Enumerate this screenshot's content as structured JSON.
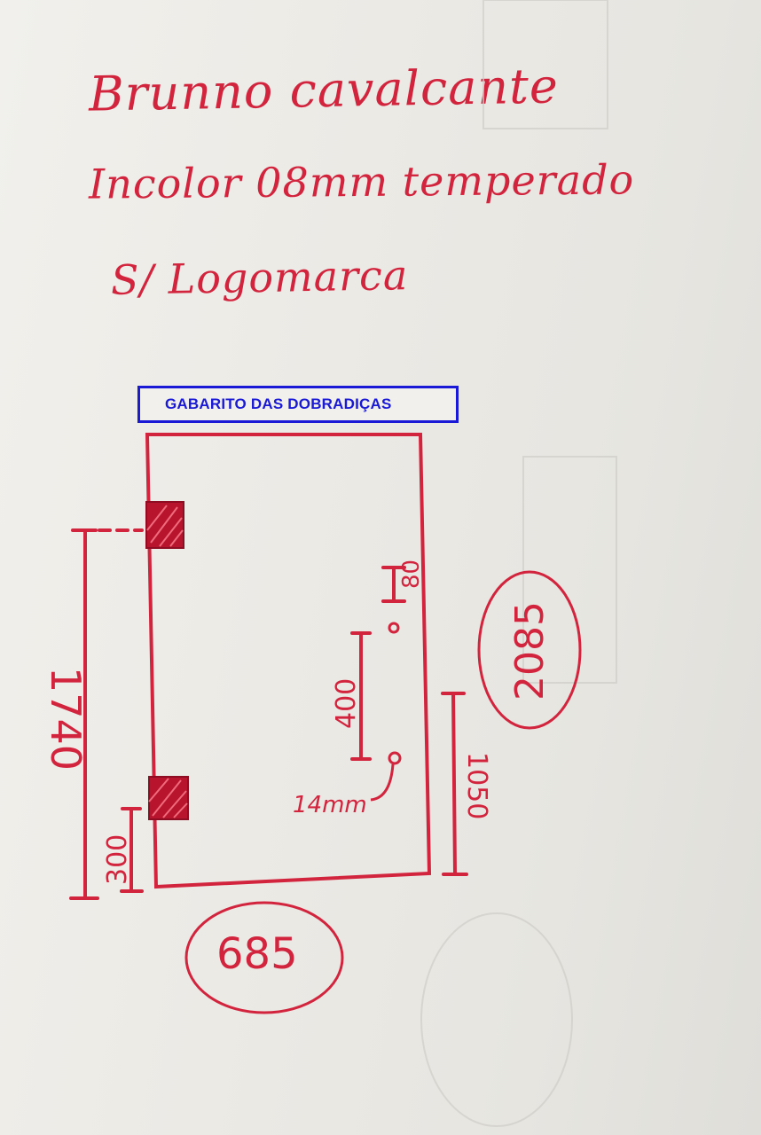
{
  "header": {
    "line1": "Brunno cavalcante",
    "line2": "Incolor 08mm temperado",
    "line3": "S/ Logomarca"
  },
  "label": "GABARITO DAS DOBRADIÇAS",
  "dimensions": {
    "height_left": "1740",
    "hinge_bottom": "300",
    "width": "685",
    "total_height": "2085",
    "handle_offset": "80",
    "handle_spacing": "400",
    "hole_diameter": "14mm",
    "handle_height": "1050"
  },
  "colors": {
    "ink": "#d3243e",
    "label": "#1a1ad6"
  }
}
